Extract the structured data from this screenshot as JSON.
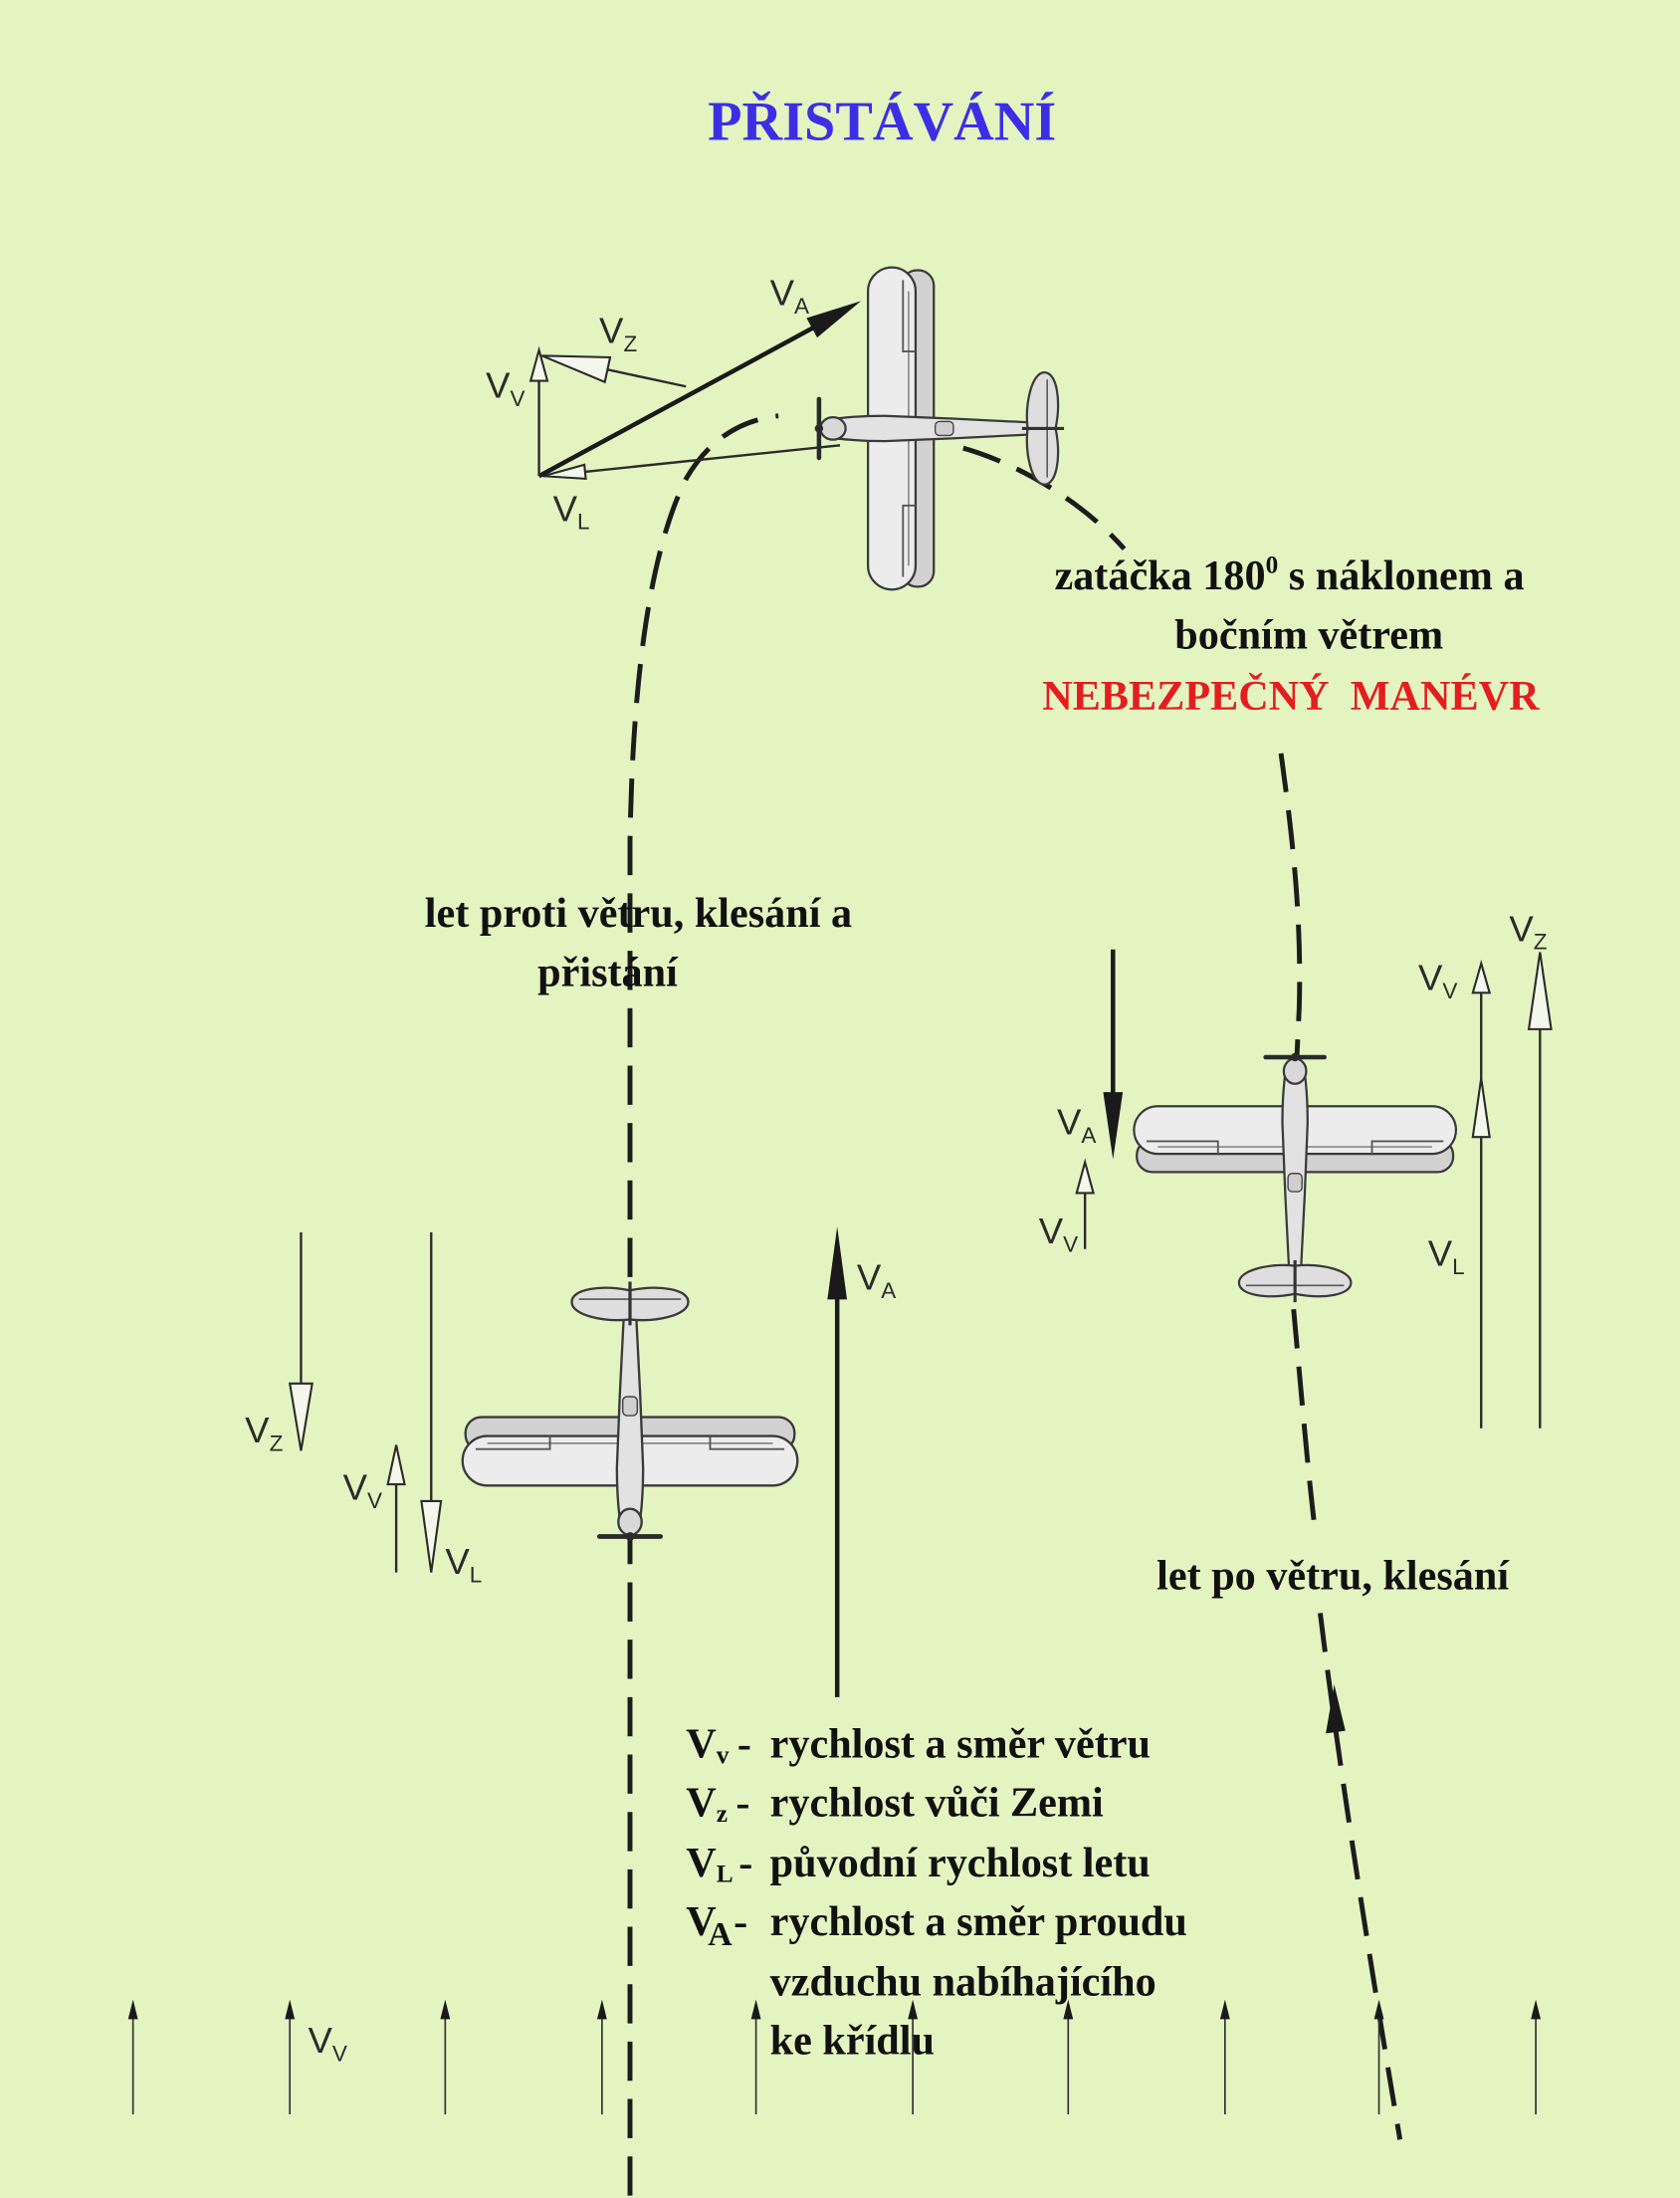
{
  "title": "PŘISTÁVÁNÍ",
  "colors": {
    "background": "#e3f4c1",
    "title": "#3d2ee6",
    "danger": "#e41e1e",
    "ink": "#111111",
    "vector_ink": "#2b2b2b",
    "plane_fill": "#ececec"
  },
  "turn_note": {
    "line1_before": "zatáčka 180",
    "line1_sup": "0",
    "line1_after": " s náklonem a",
    "line2": "bočním větrem",
    "warning": "NEBEZPEČNÝ  MANÉVR"
  },
  "upwind_note": {
    "line1": "let proti větru, klesání a",
    "line2": "přistání"
  },
  "downwind_note": "let po větru, klesání",
  "vector_labels": {
    "turn": {
      "va": {
        "v": "V",
        "s": "A"
      },
      "vz": {
        "v": "V",
        "s": "Z"
      },
      "vv": {
        "v": "V",
        "s": "V"
      },
      "vl": {
        "v": "V",
        "s": "L"
      }
    },
    "downwind": {
      "va": {
        "v": "V",
        "s": "A"
      },
      "vv_small": {
        "v": "V",
        "s": "V"
      },
      "vv": {
        "v": "V",
        "s": "V"
      },
      "vz": {
        "v": "V",
        "s": "Z"
      },
      "vl": {
        "v": "V",
        "s": "L"
      }
    },
    "upwind": {
      "vz": {
        "v": "V",
        "s": "Z"
      },
      "vv": {
        "v": "V",
        "s": "V"
      },
      "vl": {
        "v": "V",
        "s": "L"
      },
      "va": {
        "v": "V",
        "s": "A"
      }
    },
    "ground": {
      "vv": {
        "v": "V",
        "s": "V"
      }
    }
  },
  "legend": [
    {
      "symbol": "V",
      "sub": "v",
      "sep": "-",
      "text": "rychlost a směr větru"
    },
    {
      "symbol": "V",
      "sub": "z",
      "sep": "-",
      "text": "rychlost vůči Zemi"
    },
    {
      "symbol": "V",
      "sub": "L",
      "sep": "-",
      "text": "původní rychlost letu"
    },
    {
      "symbol": "V",
      "sub": "A",
      "sep": "-",
      "text": "rychlost a směr proudu",
      "continuation": [
        "vzduchu nabíhajícího",
        "ke křídlu"
      ]
    }
  ]
}
